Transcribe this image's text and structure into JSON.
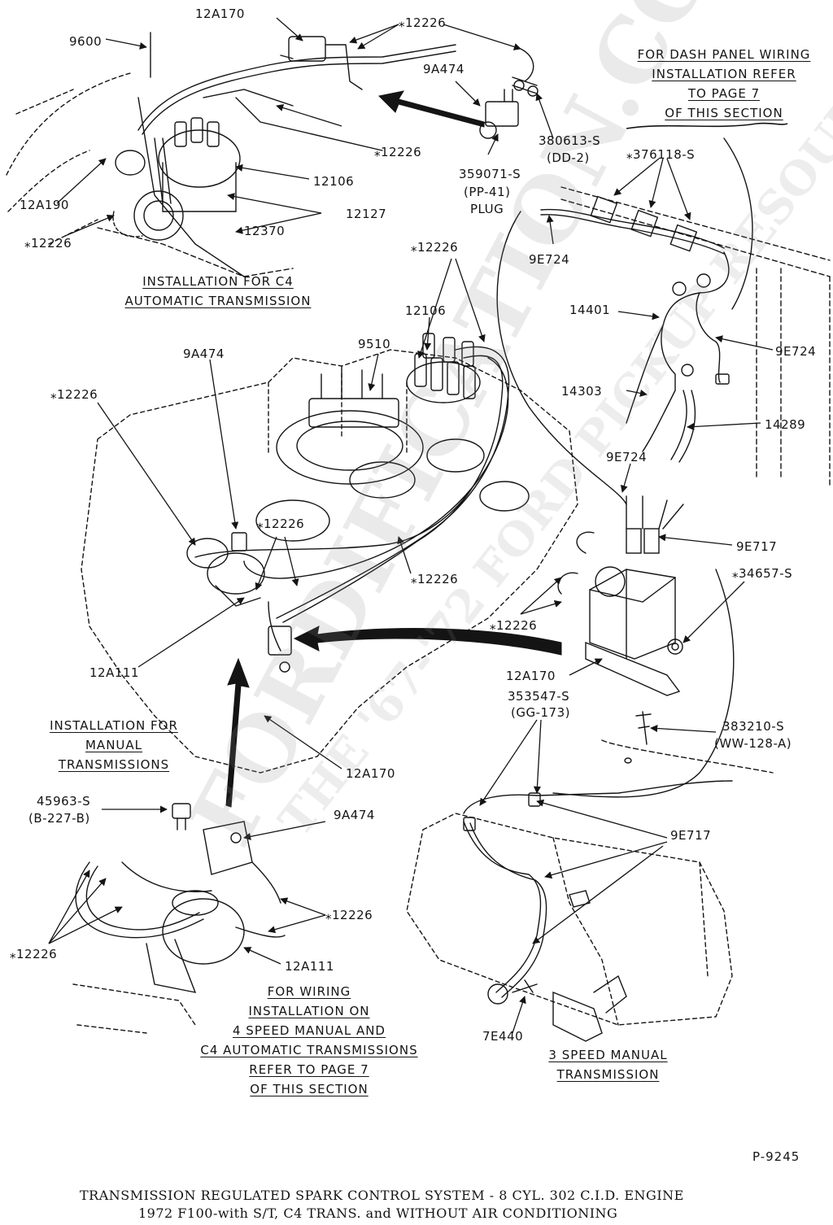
{
  "watermark": {
    "site": "FORDIFICATION.COM",
    "tagline": "THE '67-'72 FORD PICKUP RESOURCE"
  },
  "sections": {
    "dash_panel": [
      "FOR DASH PANEL WIRING",
      "INSTALLATION REFER",
      "TO PAGE 7",
      "OF THIS SECTION"
    ],
    "c4_top": [
      "INSTALLATION FOR C4",
      "AUTOMATIC TRANSMISSION"
    ],
    "manual": [
      "INSTALLATION FOR",
      "MANUAL",
      "TRANSMISSIONS"
    ],
    "wiring": [
      "FOR WIRING",
      "INSTALLATION ON",
      "4 SPEED MANUAL AND",
      "C4 AUTOMATIC TRANSMISSIONS",
      "REFER TO PAGE 7",
      "OF THIS SECTION"
    ],
    "three_speed": [
      "3 SPEED MANUAL",
      "TRANSMISSION"
    ]
  },
  "parts": {
    "p12A170_top": "12A170",
    "p12226_top": "⁎12226",
    "p9600": "9600",
    "p9A474_top": "9A474",
    "p12226_mid": "⁎12226",
    "p380613": "380613-S",
    "pDD2": "(DD-2)",
    "p12106_top": "12106",
    "p359071": "359071-S",
    "pPP41": "(PP-41)",
    "pPLUG": "PLUG",
    "p12A190": "12A190",
    "p12127": "12127",
    "p12370": "12370",
    "p12226_left": "⁎12226",
    "p376118": "⁎376118-S",
    "p9E724_a": "9E724",
    "p12226_center": "⁎12226",
    "p12106_center": "12106",
    "p14401": "14401",
    "p9E724_b": "9E724",
    "p9510": "9510",
    "p9A474_center": "9A474",
    "p12226_engine": "⁎12226",
    "p14303": "14303",
    "p14289": "14289",
    "p9E724_c": "9E724",
    "p12226_valve": "⁎12226",
    "p9E717_a": "9E717",
    "p34657": "⁎34657-S",
    "p12226_lines": "⁎12226",
    "p12226_bracket": "⁎12226",
    "p12A111_center": "12A111",
    "p12A170_right": "12A170",
    "p353547": "353547-S",
    "pGG173": "(GG-173)",
    "p383210": "383210-S",
    "pWW128": "(WW-128-A)",
    "p12A170_bottom": "12A170",
    "p45963": "45963-S",
    "pB227": "(B-227-B)",
    "p9A474_bottom": "9A474",
    "p9E717_b": "9E717",
    "p12226_bottom_r": "⁎12226",
    "p12226_bottom_l": "⁎12226",
    "p12A111_bottom": "12A111",
    "p7E440": "7E440"
  },
  "figure_number": "P-9245",
  "caption": {
    "line1": "TRANSMISSION REGULATED SPARK CONTROL SYSTEM - 8 CYL. 302 C.I.D. ENGINE",
    "line2": "1972   F100-with S/T, C4 TRANS. and WITHOUT AIR CONDITIONING"
  }
}
